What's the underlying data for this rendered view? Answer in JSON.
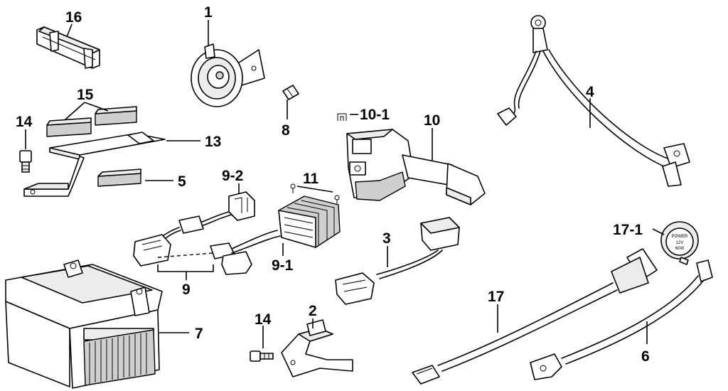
{
  "diagram": {
    "callouts": {
      "c1": "1",
      "c2": "2",
      "c3": "3",
      "c4": "4",
      "c5": "5",
      "c6": "6",
      "c7": "7",
      "c8": "8",
      "c9": "9",
      "c9_1": "9-1",
      "c9_2": "9-2",
      "c10": "10",
      "c10_1": "10-1",
      "c11": "11",
      "c13": "13",
      "c14a": "14",
      "c14b": "14",
      "c15": "15",
      "c16": "16",
      "c17": "17",
      "c17_1": "17-1"
    },
    "socket_text": {
      "line1": "POWER",
      "line2": "12V",
      "line3": "60W"
    }
  }
}
